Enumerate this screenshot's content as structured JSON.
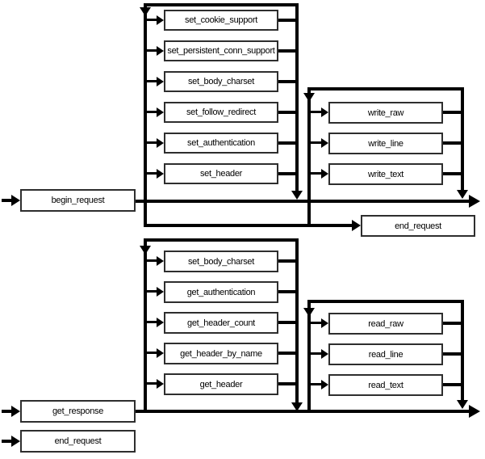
{
  "diagram": {
    "type": "flowchart",
    "background": "#ffffff",
    "line_color": "#000000",
    "box_border_color": "#2e2e2e",
    "nodes": {
      "begin_request": "begin_request",
      "end_request_top": "end_request",
      "get_response": "get_response",
      "end_request_bottom": "end_request"
    },
    "request_option_loop": [
      "set_cookie_support",
      "set_persistent_conn_support",
      "set_body_charset",
      "set_follow_redirect",
      "set_authentication",
      "set_header"
    ],
    "write_loop": [
      "write_raw",
      "write_line",
      "write_text"
    ],
    "response_option_loop": [
      "set_body_charset",
      "get_authentication",
      "get_header_count",
      "get_header_by_name",
      "get_header"
    ],
    "read_loop": [
      "read_raw",
      "read_line",
      "read_text"
    ]
  }
}
